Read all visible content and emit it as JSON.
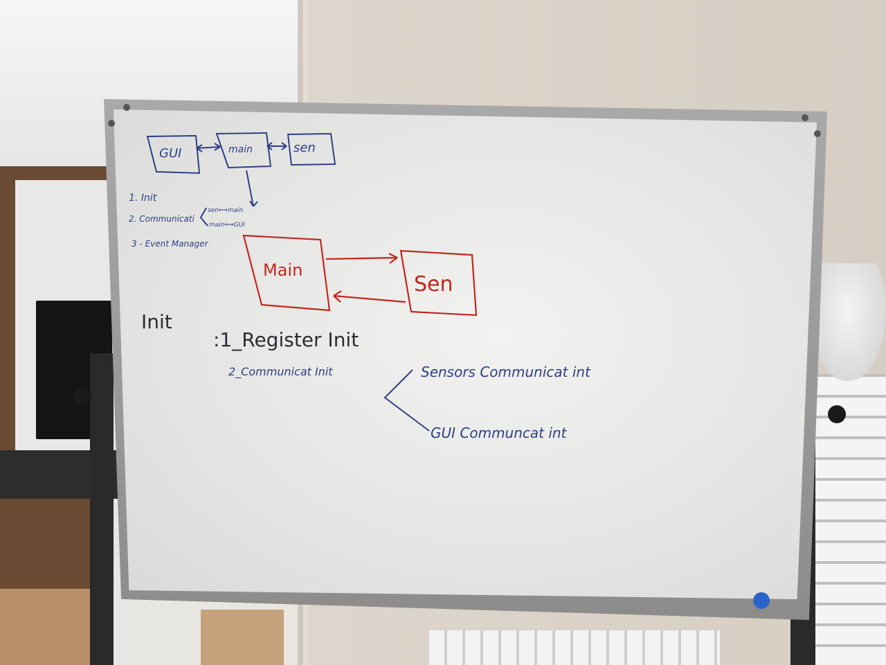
{
  "whiteboard": {
    "top_diagram": {
      "box_gui": "GUI",
      "box_main": "main",
      "box_sen": "sen"
    },
    "list": {
      "item1": "1. Init",
      "item2": "2. Communicati",
      "item2_sub1": "sen⟺main",
      "item2_sub2": "main⟺GUI",
      "item3": "3 - Event Manager"
    },
    "red_diagram": {
      "box_main": "Main",
      "box_sen": "Sen"
    },
    "init_section": {
      "heading": "Init",
      "step1": ":1_Register Init",
      "step2": "2_Communicat Init",
      "branch1": "Sensors  Communicat int",
      "branch2": "GUI Communcat int"
    }
  },
  "colors": {
    "blue_ink": "#2d3f86",
    "red_ink": "#c2271e",
    "dark_ink": "#2b2b33",
    "board_surface": "#ececea",
    "frame": "#9a9a9a"
  }
}
